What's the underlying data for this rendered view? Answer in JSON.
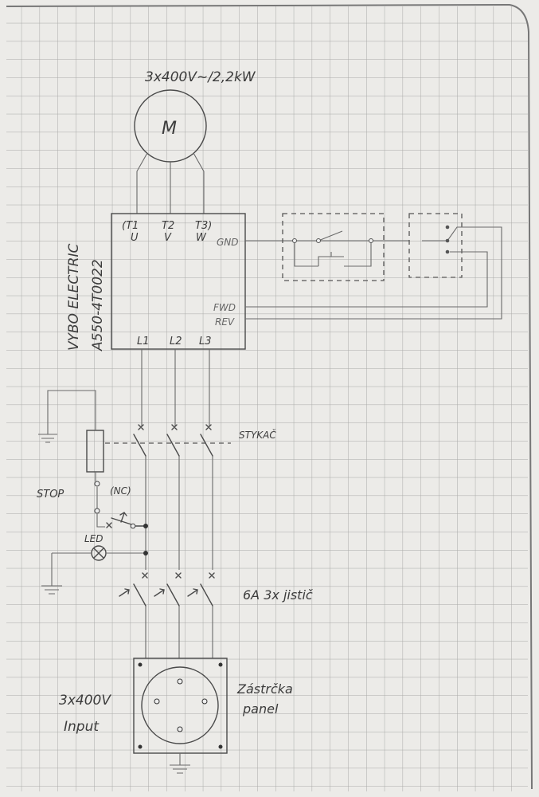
{
  "motor": {
    "rating": "3x400V~/2,2kW",
    "symbol": "M"
  },
  "vfd": {
    "brand": "VYBO ELECTRIC",
    "model": "A550-4T0022",
    "outputs": [
      {
        "t": "(T1",
        "p": "U"
      },
      {
        "t": "T2",
        "p": "V"
      },
      {
        "t": "T3)",
        "p": "W"
      }
    ],
    "gnd": "GND",
    "fwd": "FWD",
    "rev": "REV",
    "inputs": [
      "L1",
      "L2",
      "L3"
    ]
  },
  "contactor": {
    "label": "STYKAČ"
  },
  "stop": {
    "label": "STOP",
    "type": "(NC)"
  },
  "led": {
    "label": "LED"
  },
  "breaker": {
    "label": "6A 3x jistič"
  },
  "input": {
    "voltage": "3x400V",
    "label": "Input"
  },
  "socket": {
    "label1": "Zástrčka",
    "label2": "panel"
  }
}
